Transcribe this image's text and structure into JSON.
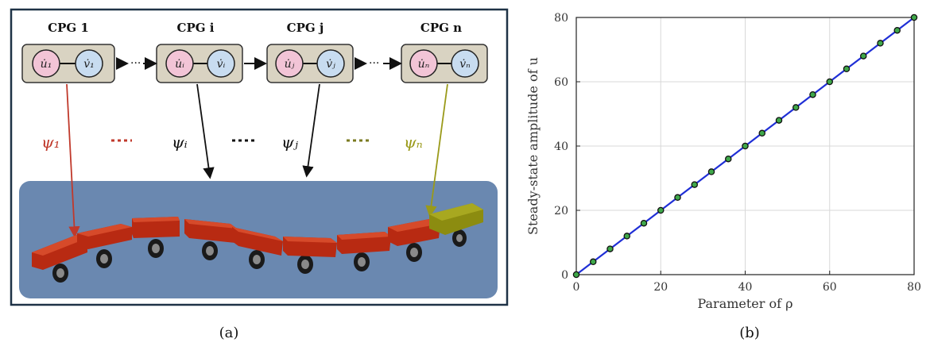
{
  "panel_a": {
    "caption": "(a)",
    "cpgs": [
      {
        "title": "CPG 1",
        "u": "u̇₁",
        "v": "v̇₁",
        "psi": "ψ₁",
        "psi_color": "#c0392b"
      },
      {
        "title": "CPG i",
        "u": "u̇ᵢ",
        "v": "v̇ᵢ",
        "psi": "ψᵢ",
        "psi_color": "#111111"
      },
      {
        "title": "CPG j",
        "u": "u̇ⱼ",
        "v": "v̇ⱼ",
        "psi": "ψⱼ",
        "psi_color": "#111111"
      },
      {
        "title": "CPG n",
        "u": "u̇ₙ",
        "v": "v̇ₙ",
        "psi": "ψₙ",
        "psi_color": "#9a9a1a"
      }
    ],
    "colors": {
      "body_segment": "#b82a12",
      "head_segment": "#8c8c10",
      "ground": "#6a88b0",
      "cpg_box": "#d9d3c2",
      "u_circle": "#f2c4d6",
      "v_circle": "#c8dcf0"
    }
  },
  "panel_b": {
    "caption": "(b)"
  },
  "chart_data": {
    "type": "line",
    "xlabel": "Parameter of ρ",
    "ylabel": "Steady-state amplitude of u",
    "xlim": [
      0,
      80
    ],
    "ylim": [
      0,
      80
    ],
    "xticks": [
      0,
      20,
      40,
      60,
      80
    ],
    "yticks": [
      0,
      20,
      40,
      60,
      80
    ],
    "grid": true,
    "line_color": "#1f2fd6",
    "marker_color": "#3fa84a",
    "series": [
      {
        "x": [
          0,
          4,
          8,
          12,
          16,
          20,
          24,
          28,
          32,
          36,
          40,
          44,
          48,
          52,
          56,
          60,
          64,
          68,
          72,
          76,
          80
        ],
        "values": [
          0,
          4,
          8,
          12,
          16,
          20,
          24,
          28,
          32,
          36,
          40,
          44,
          48,
          52,
          56,
          60,
          64,
          68,
          72,
          76,
          80
        ]
      }
    ]
  }
}
